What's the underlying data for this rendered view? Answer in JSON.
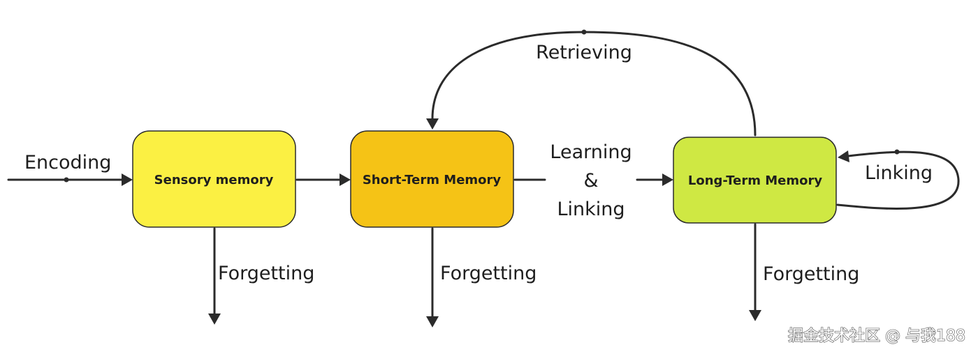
{
  "nodes": {
    "sensory": {
      "label": "Sensory memory",
      "color": "#fbf043"
    },
    "short_term": {
      "label": "Short-Term Memory",
      "color": "#f5c316"
    },
    "long_term": {
      "label": "Long-Term Memory",
      "color": "#cfe843"
    }
  },
  "edges": {
    "encoding": "Encoding",
    "retrieving": "Retrieving",
    "learning": "Learning",
    "ampersand": "&",
    "linking_main": "Linking",
    "linking_loop": "Linking",
    "forgetting_sensory": "Forgetting",
    "forgetting_short": "Forgetting",
    "forgetting_long": "Forgetting"
  },
  "watermark": "掘金技术社区 @ 与我188",
  "colors": {
    "line": "#2b2b2b",
    "border": "#2b2b2b",
    "text": "#1e1e1e"
  }
}
